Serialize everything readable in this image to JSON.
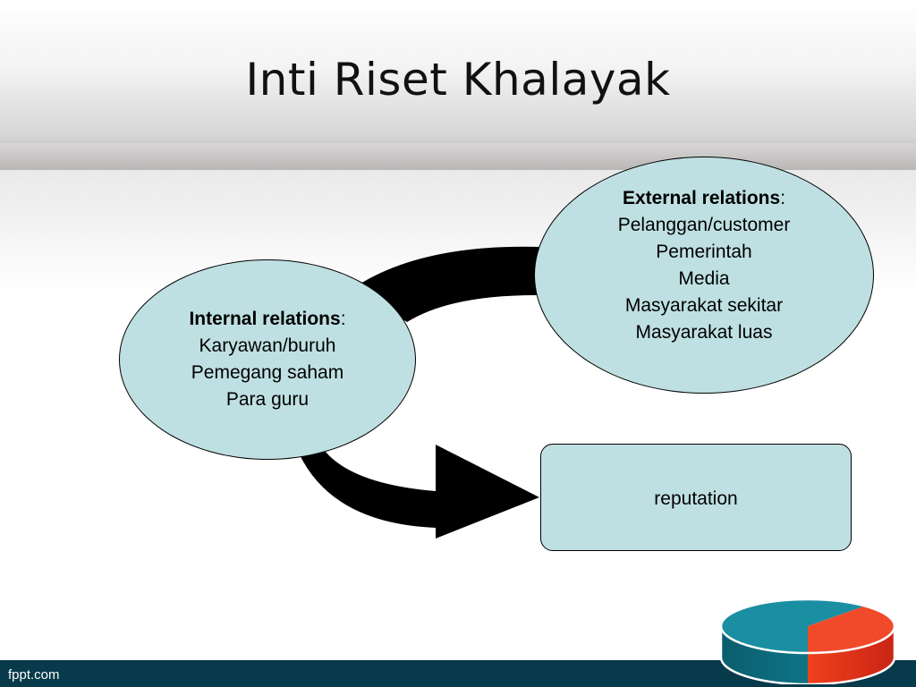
{
  "slide": {
    "title": "Inti Riset Khalayak"
  },
  "internal": {
    "heading": "Internal relations",
    "colon": ":",
    "items": [
      "Karyawan/buruh",
      "Pemegang saham",
      "Para guru"
    ]
  },
  "external": {
    "heading": "External relations",
    "colon": ":",
    "items": [
      "Pelanggan/customer",
      "Pemerintah",
      "Media",
      "Masyarakat sekitar",
      "Masyarakat luas"
    ]
  },
  "outcome": {
    "label": "reputation"
  },
  "footer": {
    "brand": "fppt.com"
  },
  "colors": {
    "node_fill": "#bfe0e3",
    "arrow": "#000000",
    "footer_bar": "#073a4a",
    "pie_teal": "#0e6f80",
    "pie_red": "#e3321b"
  }
}
